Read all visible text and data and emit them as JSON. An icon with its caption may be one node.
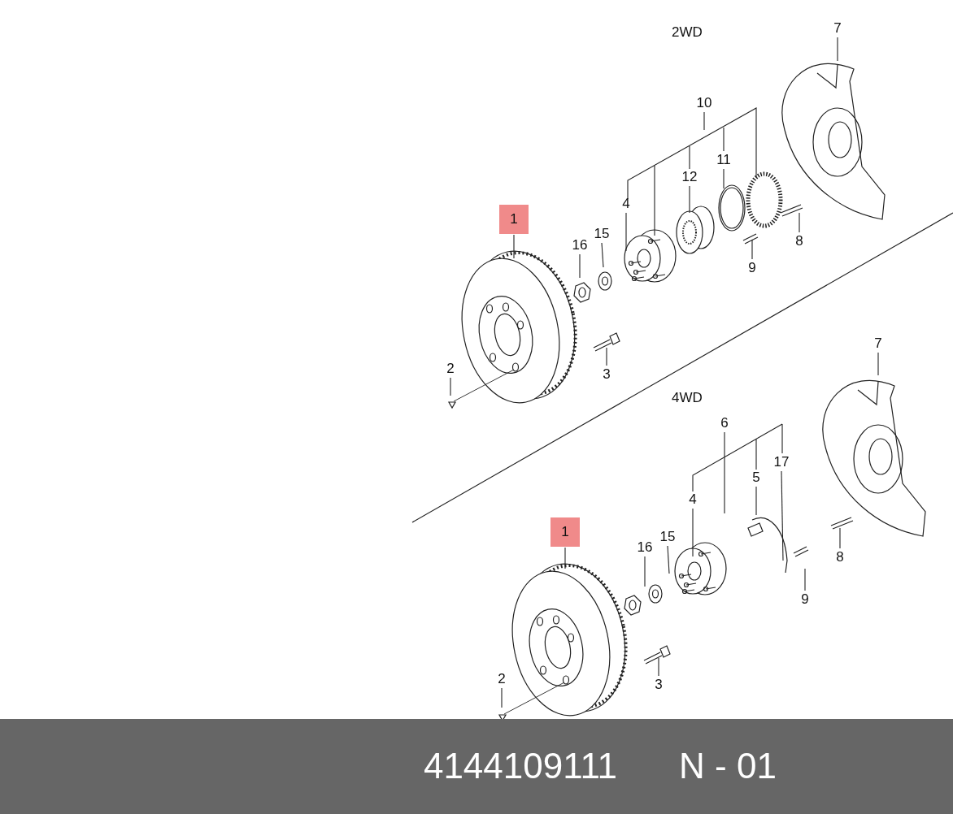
{
  "diagram": {
    "nodes": [
      {
        "text": [
          "7"
        ]
      },
      {
        "text": [
          "10"
        ]
      },
      {
        "text": [
          "11"
        ]
      },
      {
        "text": [
          "12"
        ]
      },
      {
        "text": [
          "4"
        ]
      },
      {
        "text": [
          "1"
        ]
      },
      {
        "text": [
          "16"
        ]
      },
      {
        "text": [
          "15"
        ]
      },
      {
        "text": [
          "8"
        ]
      },
      {
        "text": [
          "9"
        ]
      },
      {
        "text": [
          "2"
        ]
      },
      {
        "text": [
          "3"
        ]
      },
      {
        "text": [
          "7"
        ]
      },
      {
        "text": [
          "6"
        ]
      },
      {
        "text": [
          "17"
        ]
      },
      {
        "text": [
          "5"
        ]
      },
      {
        "text": [
          "4"
        ]
      },
      {
        "text": [
          "1"
        ]
      },
      {
        "text": [
          "16"
        ]
      },
      {
        "text": [
          "15"
        ]
      },
      {
        "text": [
          "8"
        ]
      },
      {
        "text": [
          "9"
        ]
      },
      {
        "text": [
          "2"
        ]
      },
      {
        "text": [
          "3"
        ]
      }
    ],
    "edges": [
      {
        "from": 0,
        "to": null,
        "arrow": "none"
      },
      {
        "from": 1,
        "to": null,
        "arrow": "none"
      },
      {
        "from": 2,
        "to": null,
        "arrow": "none"
      },
      {
        "from": 3,
        "to": null,
        "arrow": "none"
      },
      {
        "from": 4,
        "to": null,
        "arrow": "none"
      },
      {
        "from": 5,
        "to": null,
        "arrow": "none"
      },
      {
        "from": 6,
        "to": null,
        "arrow": "none"
      },
      {
        "from": 7,
        "to": null,
        "arrow": "none"
      },
      {
        "from": 8,
        "to": null,
        "arrow": "none"
      },
      {
        "from": 9,
        "to": null,
        "arrow": "none"
      },
      {
        "from": 10,
        "to": null,
        "arrow": "none"
      },
      {
        "from": 11,
        "to": null,
        "arrow": "none"
      },
      {
        "from": 12,
        "to": null,
        "arrow": "none"
      },
      {
        "from": 13,
        "to": null,
        "arrow": "none"
      },
      {
        "from": 14,
        "to": null,
        "arrow": "none"
      },
      {
        "from": 15,
        "to": null,
        "arrow": "none"
      },
      {
        "from": 16,
        "to": null,
        "arrow": "none"
      },
      {
        "from": 17,
        "to": null,
        "arrow": "none"
      },
      {
        "from": 18,
        "to": null,
        "arrow": "none"
      },
      {
        "from": 19,
        "to": null,
        "arrow": "none"
      },
      {
        "from": 20,
        "to": null,
        "arrow": "none"
      },
      {
        "from": 21,
        "to": null,
        "arrow": "none"
      },
      {
        "from": 22,
        "to": null,
        "arrow": "none"
      },
      {
        "from": 23,
        "to": null,
        "arrow": "none"
      }
    ],
    "labels": [
      "2WD",
      "4WD",
      "4144109111",
      "N - 01"
    ]
  }
}
